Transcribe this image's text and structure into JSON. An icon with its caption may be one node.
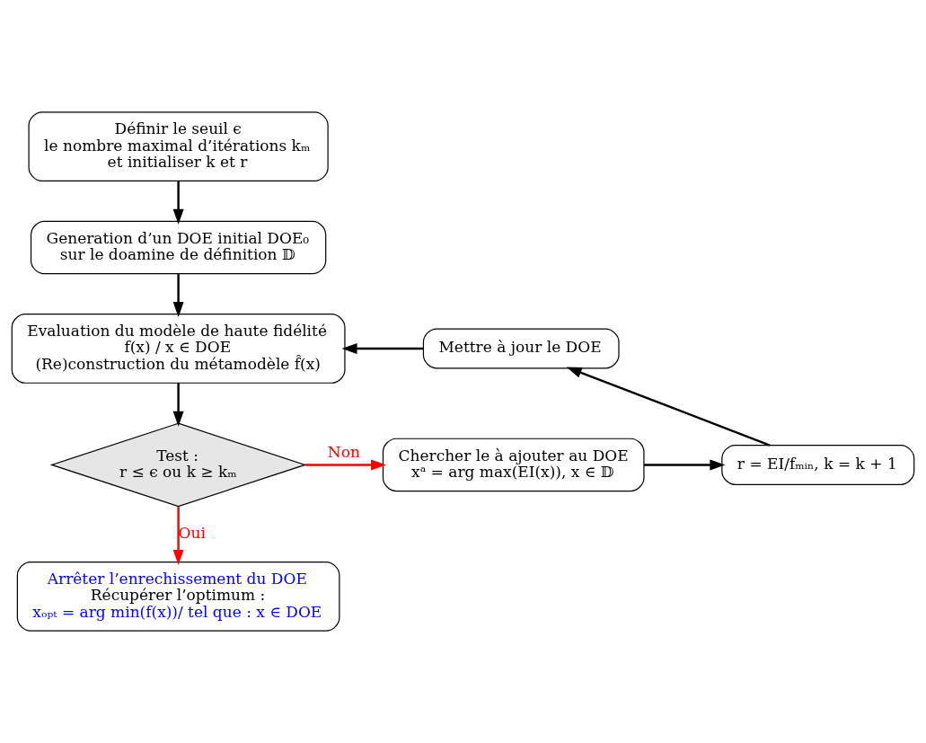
{
  "diagram": {
    "nodes": [
      {
        "text": [
          "Définir le seuil ϵ",
          "le nombre maximal d’itérations kₘ",
          "et initialiser k et r"
        ]
      },
      {
        "text": [
          "Generation d’un DOE initial DOE₀",
          "sur le doamine de définition 𝔻"
        ]
      },
      {
        "text": [
          "Evaluation du modèle de haute fidélité",
          "f(x) / x ∈ DOE",
          "(Re)construction du métamodèle f̂(x)"
        ]
      },
      {
        "text": [
          "Test :",
          "r ≤ ϵ ou k ≥ kₘ"
        ]
      },
      {
        "text": [
          "Chercher le à ajouter au DOE",
          "xᵃ = arg max(EI(x)), x ∈ 𝔻"
        ]
      },
      {
        "text": [
          "r = EI/fₘᵢₙ, k = k + 1"
        ]
      },
      {
        "text": [
          "Mettre à jour le DOE"
        ]
      },
      {
        "text": [
          "Arrêter l’enrechissement du DOE",
          "Récupérer l’optimum :",
          "xₒₚₜ = arg min(f(x))/ tel que : x ∈ DOE"
        ]
      }
    ],
    "edges": [
      {
        "from": 0,
        "to": 1,
        "arrow": "to"
      },
      {
        "from": 1,
        "to": 2,
        "arrow": "to"
      },
      {
        "from": 2,
        "to": 3,
        "arrow": "to"
      },
      {
        "from": 3,
        "to": 4,
        "arrow": "to",
        "label": "Non",
        "color": "#ff0000"
      },
      {
        "from": 4,
        "to": 5,
        "arrow": "to"
      },
      {
        "from": 5,
        "to": 6,
        "arrow": "to"
      },
      {
        "from": 6,
        "to": 2,
        "arrow": "to"
      },
      {
        "from": 3,
        "to": 7,
        "arrow": "to",
        "label": "Oui",
        "color": "#ff0000"
      }
    ]
  }
}
